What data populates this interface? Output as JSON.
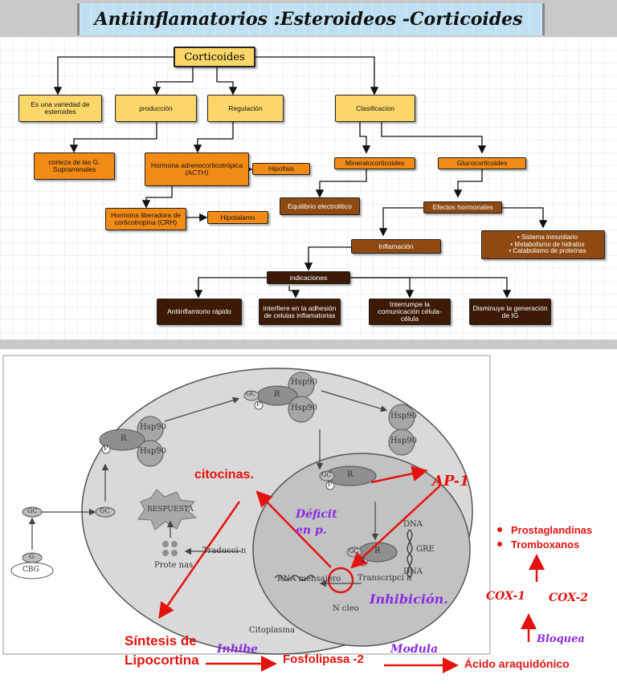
{
  "title": "Antiinflamatorios :Esteroideos -Corticoides",
  "flowchart": {
    "root": "Corticoides",
    "variedad": "Es una variedad de esteroides",
    "produccion": "producción",
    "regulacion": "Regulación",
    "clasificacion": "Clasificacion",
    "corteza": "corteza de las G. Suprarrenales",
    "acth": "Hormona adrenocorticotrópica (ACTH)",
    "hipofisis": "Hipofisis",
    "crh": "Hormona liberadora de corticotropina (CRH)",
    "hipotalamo": "Hipotalamo",
    "mineralo": "Mineralocorticoides",
    "gluco": "Glucocorticoides",
    "equilibrio": "Equilibrio electrolitico",
    "efectos": "Efectos hormonales",
    "efectos_list": [
      "Sistema inmunitario",
      "Metabolismo de hidratos",
      "Catabolismo de proteínas"
    ],
    "inflamacion": "Inflamación",
    "indicaciones": "indicaciones",
    "ind_1": "Antiinflamtorio rápido",
    "ind_2": "interfiere en la adhesión de celulas inflamatorias",
    "ind_3": "Interrumpe la comunicación célula-célula",
    "ind_4": "Disminuye la generación de IG"
  },
  "cell": {
    "hsp90": "Hsp90",
    "r": "R",
    "gc": "GC",
    "p": "P",
    "g": "G",
    "cbg": "CBG",
    "respuesta": "RESPUESTA",
    "proteinas": "Prote nas",
    "traduccion": "Traducci n",
    "rna": "RNA mensajero",
    "transcripcion": "Transcripci n",
    "dna": "DNA",
    "gre": "GRE",
    "nucleo": "N cleo",
    "citoplasma": "Citoplasma"
  },
  "annotations": {
    "citocinas": "citocinas.",
    "deficit": "Déficit en p.",
    "ap1": "AP-1",
    "inhibicion": "Inhibición.",
    "sintesis_1": "Síntesis de",
    "sintesis_2": "Lipocortina",
    "inhibe": "Inhibe",
    "fosfolipasa": "Fosfolipasa -2",
    "modula": "Modula",
    "acido": "Ácido araquidónico",
    "bloquea": "Bloquea",
    "cox1": "COX-1",
    "cox2": "COX-2",
    "prostaglandinas": "Prostaglandinas",
    "tromboxanos": "Tromboxanos"
  },
  "colors": {
    "yellow": "#fbd76a",
    "orange": "#f28a16",
    "brown": "#8e4a12",
    "dark": "#3d1a06",
    "red": "#e3130f",
    "purple": "#8a2be2"
  }
}
